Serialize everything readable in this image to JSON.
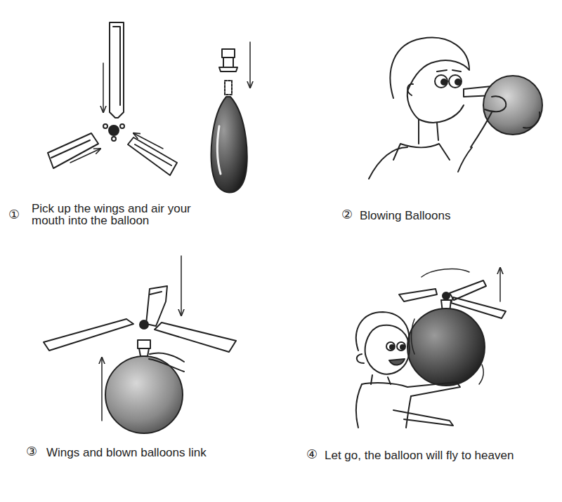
{
  "diagram": {
    "labels": [
      "①",
      "Pick up the wings and air your mouth into the balloon",
      "②",
      "Blowing Balloons",
      "③",
      "Wings and blown balloons link",
      "④",
      "Let go, the balloon will fly to heaven"
    ]
  }
}
